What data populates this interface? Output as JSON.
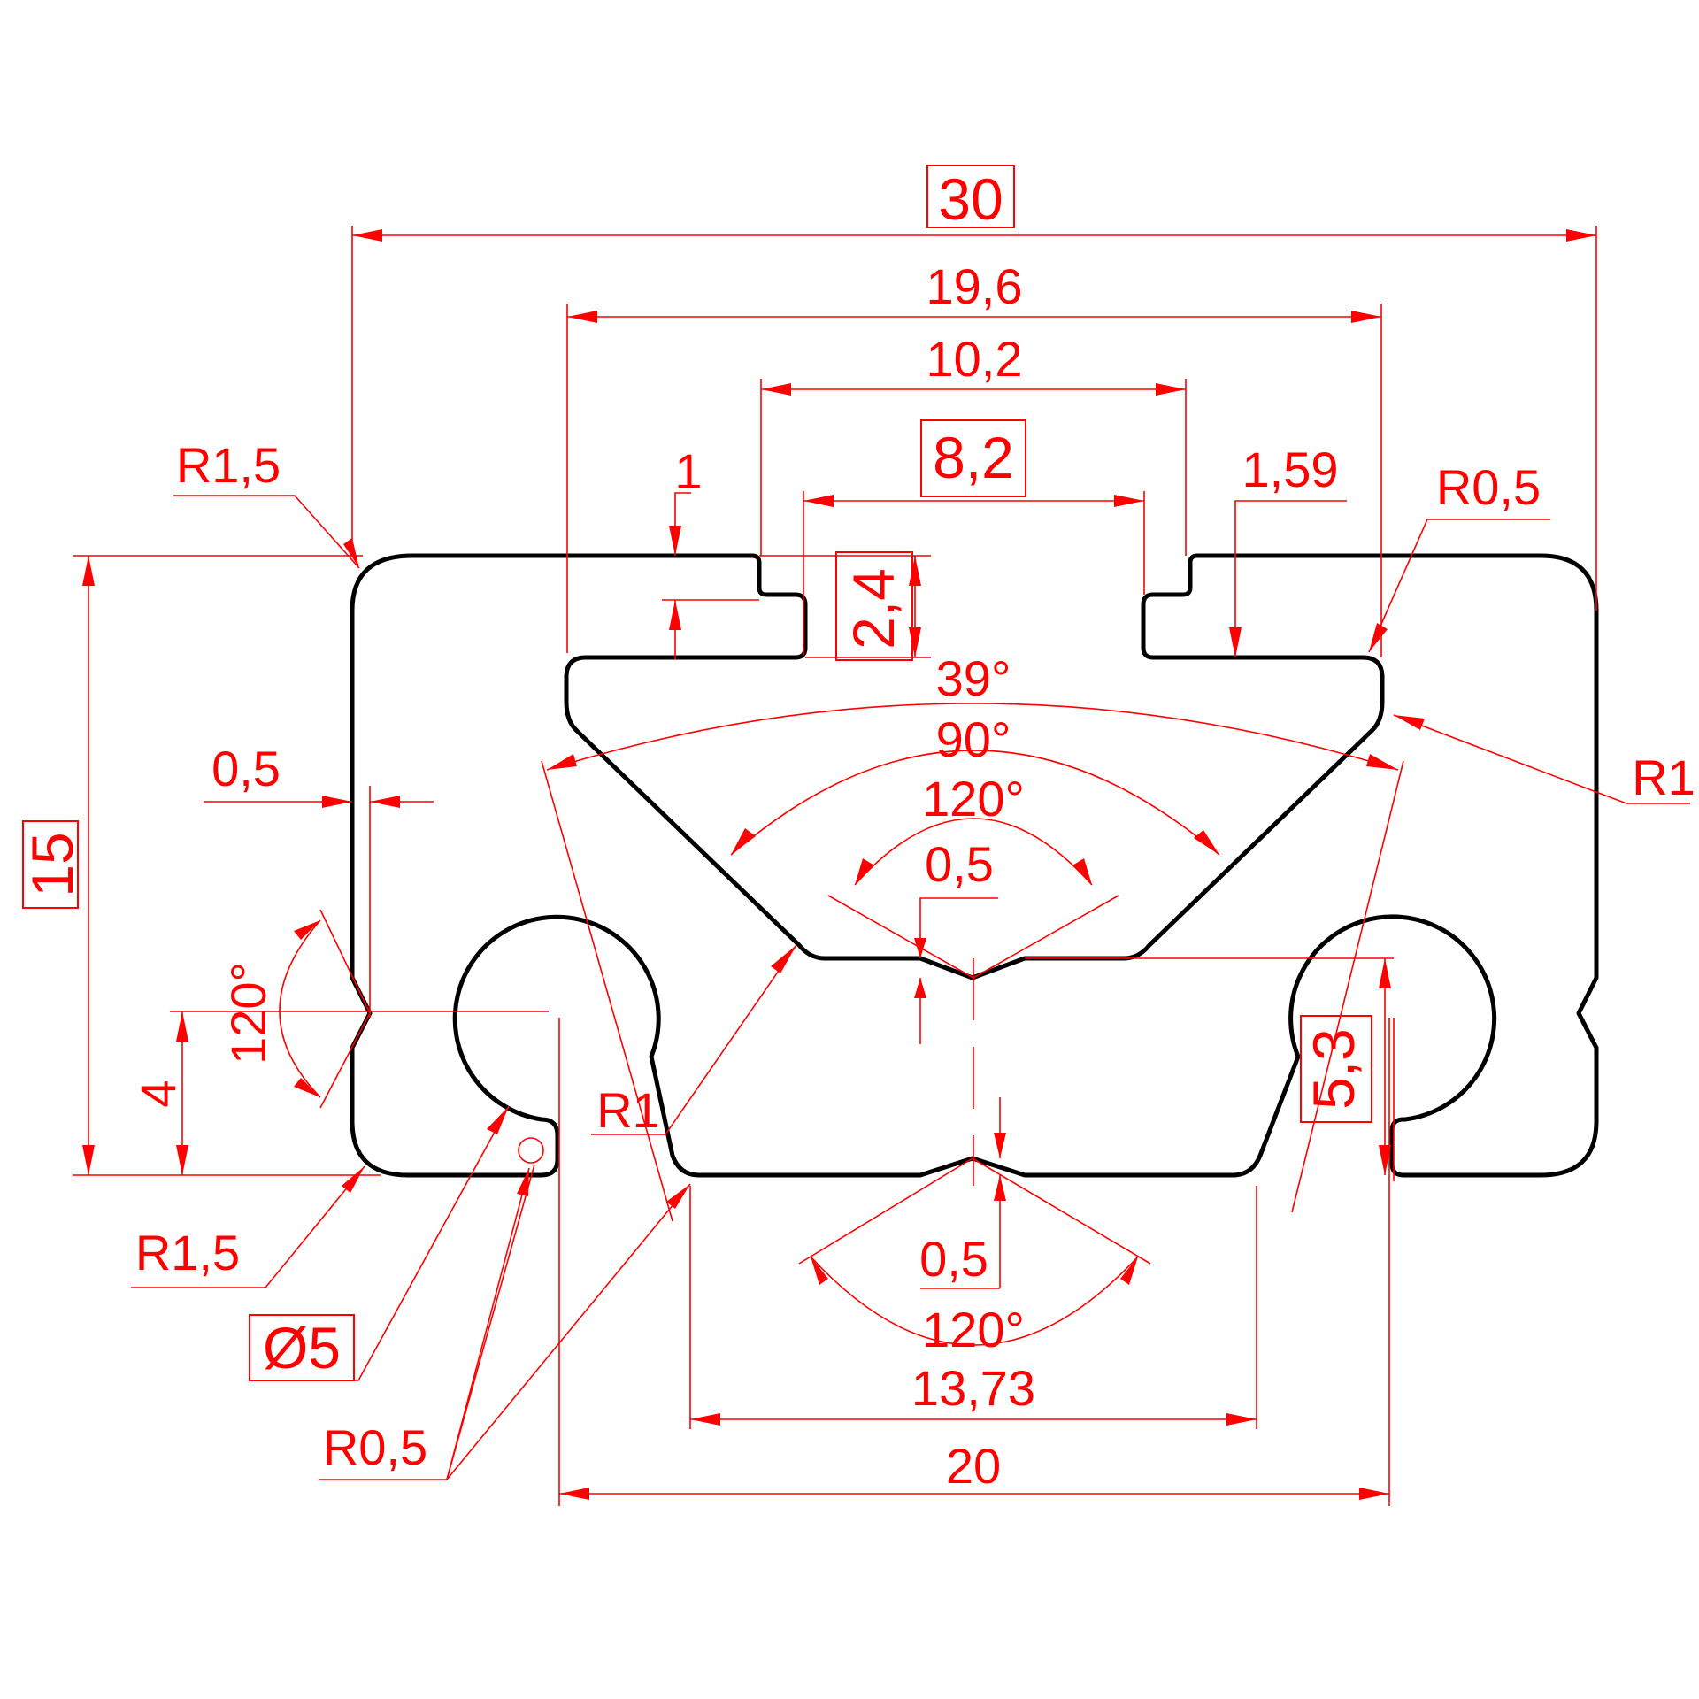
{
  "colors": {
    "profile": "#000000",
    "dimension": "#ff0000",
    "background": "#ffffff"
  },
  "dimensions": {
    "overall_width": "30",
    "width_19_6": "19,6",
    "width_10_2": "10,2",
    "slot_width": "8,2",
    "lip_1": "1",
    "lip_1_59": "1,59",
    "slot_depth": "2,4",
    "radius_top_left": "R1,5",
    "radius_top_right": "R0,5",
    "radius_right": "R1",
    "angle_39": "39°",
    "angle_90": "90°",
    "angle_120_top": "120°",
    "offset_top": "0,5",
    "offset_left": "0,5",
    "overall_height": "15",
    "angle_120_left": "120°",
    "height_4": "4",
    "radius_center": "R1",
    "height_5_3": "5,3",
    "radius_bottom_left": "R1,5",
    "hole_diameter": "Ø5",
    "radius_bottom": "R0,5",
    "offset_bottom": "0,5",
    "angle_120_bottom": "120°",
    "width_13_73": "13,73",
    "width_20": "20"
  }
}
